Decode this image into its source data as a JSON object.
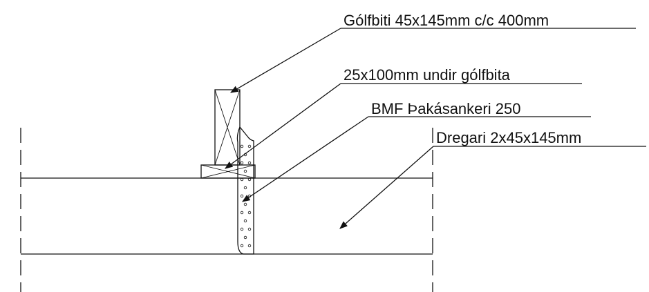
{
  "labels": {
    "joist": "Gólfbiti 45x145mm c/c 400mm",
    "packer": "25x100mm undir gólfbita",
    "anchor": "BMF Þakásankeri 250",
    "beam": "Dregari 2x45x145mm"
  },
  "colors": {
    "ink": "#111111",
    "background": "#ffffff"
  }
}
